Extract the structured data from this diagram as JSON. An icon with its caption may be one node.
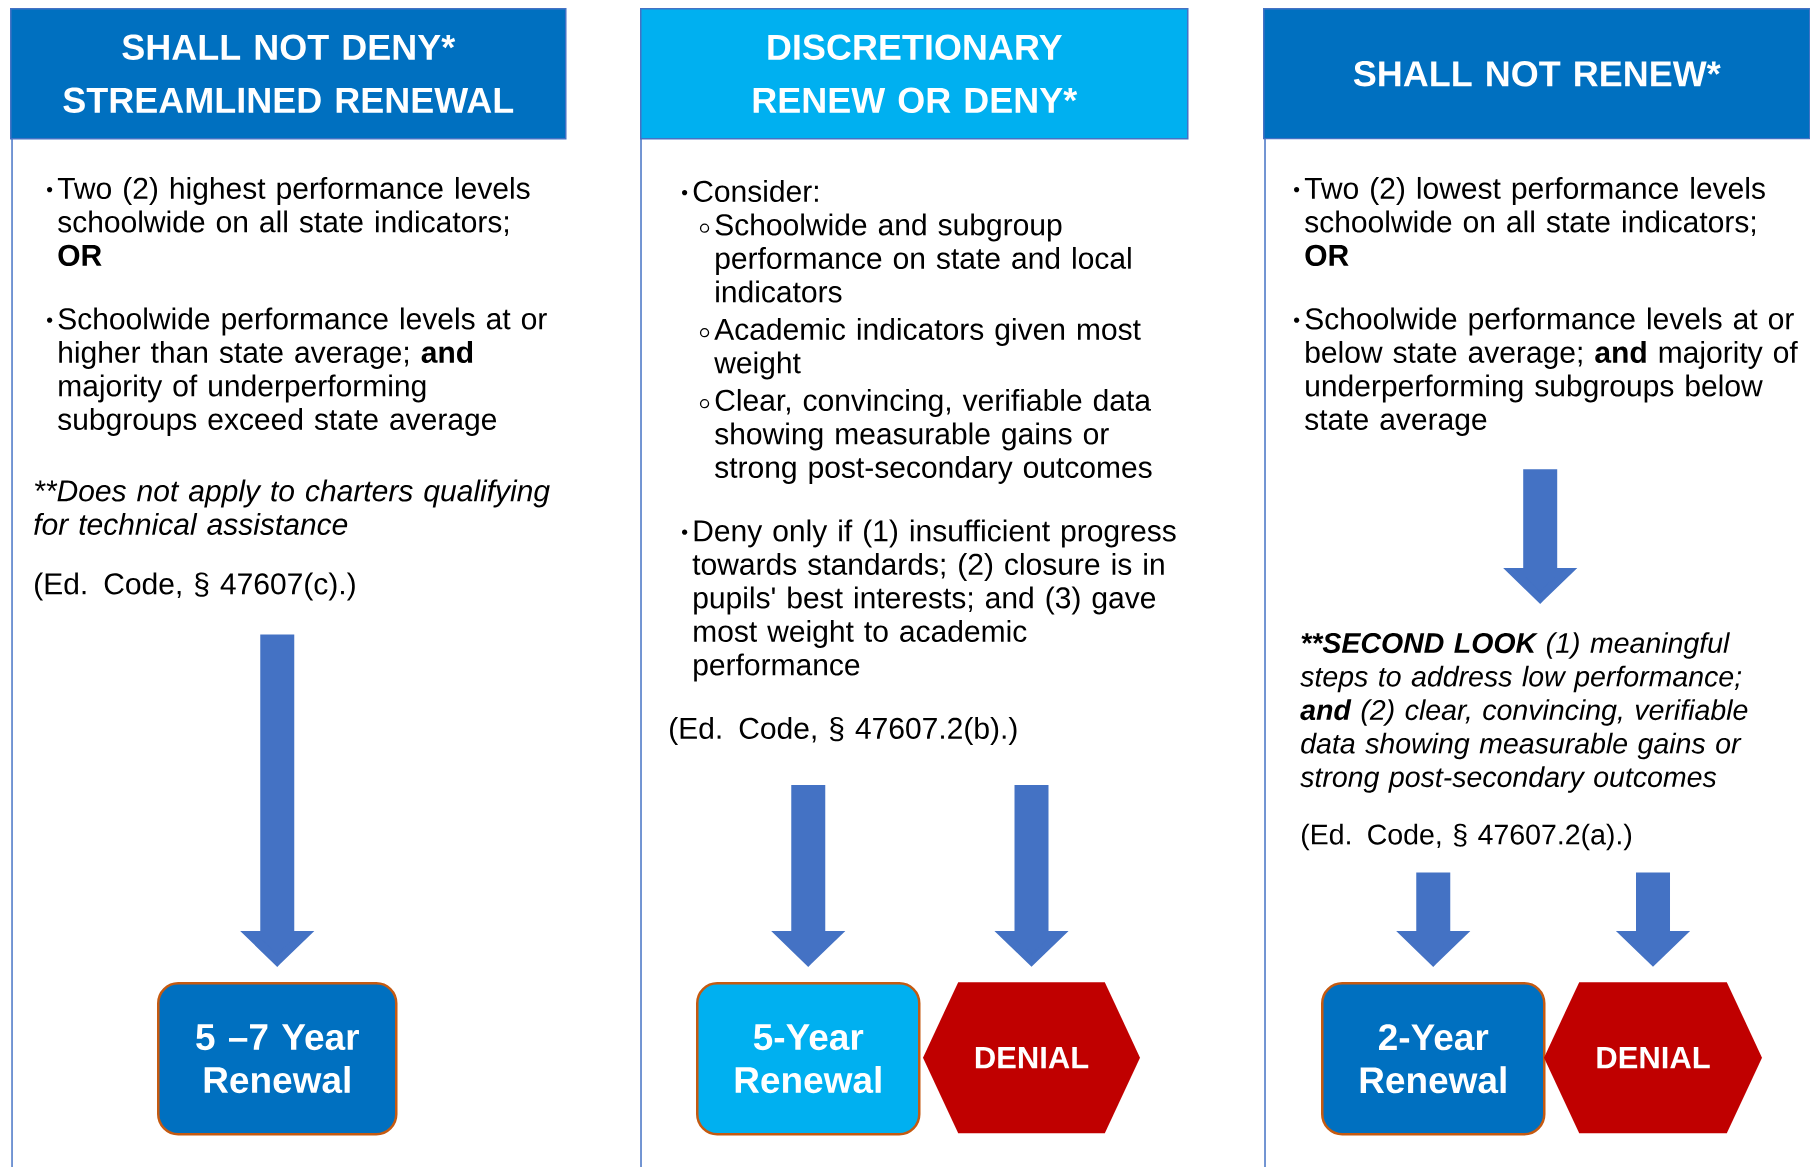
{
  "diagram": {
    "nodes": [
      {
        "text": [
          "SHALL NOT DENY* STREAMLINED RENEWAL"
        ]
      },
      {
        "text": [
          "Two (2) highest performance levels schoolwide on all state indicators; **OR**",
          "Schoolwide performance levels at or higher than state average; **and** majority of underperforming subgroups exceed state average",
          "**Does not apply to charters qualifying for technical assistance",
          "(Ed. Code, § 47607(c).)"
        ]
      },
      {
        "text": [
          "5 –7 Year Renewal"
        ]
      },
      {
        "text": [
          "DISCRETIONARY RENEW OR DENY*"
        ]
      },
      {
        "text": [
          "Consider:",
          "Schoolwide and subgroup performance on state and local indicators",
          "Academic indicators given most weight",
          "Clear, convincing, verifiable data showing measurable gains or strong post-secondary outcomes",
          "Deny only if (1) insufficient progress towards standards; (2) closure is in pupils' best interests; and (3) gave most weight to academic performance",
          "(Ed. Code, § 47607.2(b).)"
        ]
      },
      {
        "text": [
          "5-Year Renewal"
        ]
      },
      {
        "text": [
          "DENIAL"
        ]
      },
      {
        "text": [
          "SHALL NOT RENEW*"
        ]
      },
      {
        "text": [
          "Two (2) lowest performance levels schoolwide on all state indicators; **OR**",
          "Schoolwide performance levels at or below state average; **and** majority of underperforming subgroups below state average"
        ]
      },
      {
        "text": [
          "****SECOND LOOK** (1) meaningful steps to address low performance; **and** (2) clear, convincing, verifiable data showing measurable gains or strong post-secondary outcomes",
          "(Ed. Code, § 47607.2(a).)"
        ]
      },
      {
        "text": [
          "2-Year Renewal"
        ]
      },
      {
        "text": [
          "DENIAL"
        ]
      }
    ],
    "edges": [
      {
        "from": 1,
        "to": 2,
        "arrow": "to"
      },
      {
        "from": 4,
        "to": 5,
        "arrow": "to"
      },
      {
        "from": 4,
        "to": 6,
        "arrow": "to"
      },
      {
        "from": 8,
        "to": 9,
        "arrow": "to"
      },
      {
        "from": 9,
        "to": 10,
        "arrow": "to"
      },
      {
        "from": 9,
        "to": 11,
        "arrow": "to"
      }
    ]
  }
}
